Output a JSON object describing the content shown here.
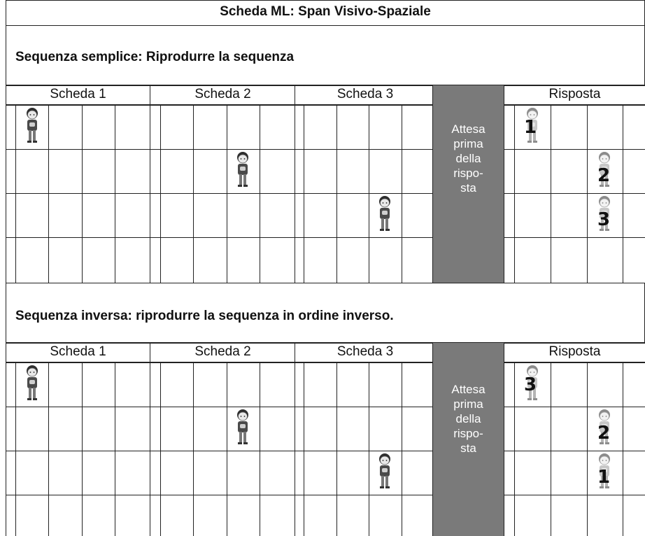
{
  "page": {
    "title": "Scheda ML: Span Visivo-Spaziale"
  },
  "sections": [
    {
      "heading": "Sequenza semplice: Riprodurre la sequenza",
      "columns": [
        "Scheda 1",
        "Scheda 2",
        "Scheda 3",
        "Risposta"
      ],
      "wait_text": [
        "Attesa",
        "prima",
        "della",
        "rispo-",
        "sta"
      ],
      "cards": [
        {
          "figure_cell": {
            "row": 1,
            "col": 1
          }
        },
        {
          "figure_cell": {
            "row": 2,
            "col": 3
          }
        },
        {
          "figure_cell": {
            "row": 3,
            "col": 3
          }
        }
      ],
      "response": [
        {
          "number": "1",
          "row": 1,
          "col": 1
        },
        {
          "number": "2",
          "row": 2,
          "col": 3
        },
        {
          "number": "3",
          "row": 3,
          "col": 3
        }
      ]
    },
    {
      "heading": "Sequenza inversa: riprodurre la sequenza in ordine inverso.",
      "columns": [
        "Scheda 1",
        "Scheda 2",
        "Scheda 3",
        "Risposta"
      ],
      "wait_text": [
        "Attesa",
        "prima",
        "della",
        "rispo-",
        "sta"
      ],
      "cards": [
        {
          "figure_cell": {
            "row": 1,
            "col": 1
          }
        },
        {
          "figure_cell": {
            "row": 2,
            "col": 3
          }
        },
        {
          "figure_cell": {
            "row": 3,
            "col": 3
          }
        }
      ],
      "response": [
        {
          "number": "3",
          "row": 1,
          "col": 1
        },
        {
          "number": "2",
          "row": 2,
          "col": 3
        },
        {
          "number": "1",
          "row": 3,
          "col": 3
        }
      ]
    }
  ],
  "colors": {
    "wait_panel": "#7a7a7a",
    "figure_dark": "#4a4a4a",
    "figure_faded": "#9a9a9a"
  }
}
